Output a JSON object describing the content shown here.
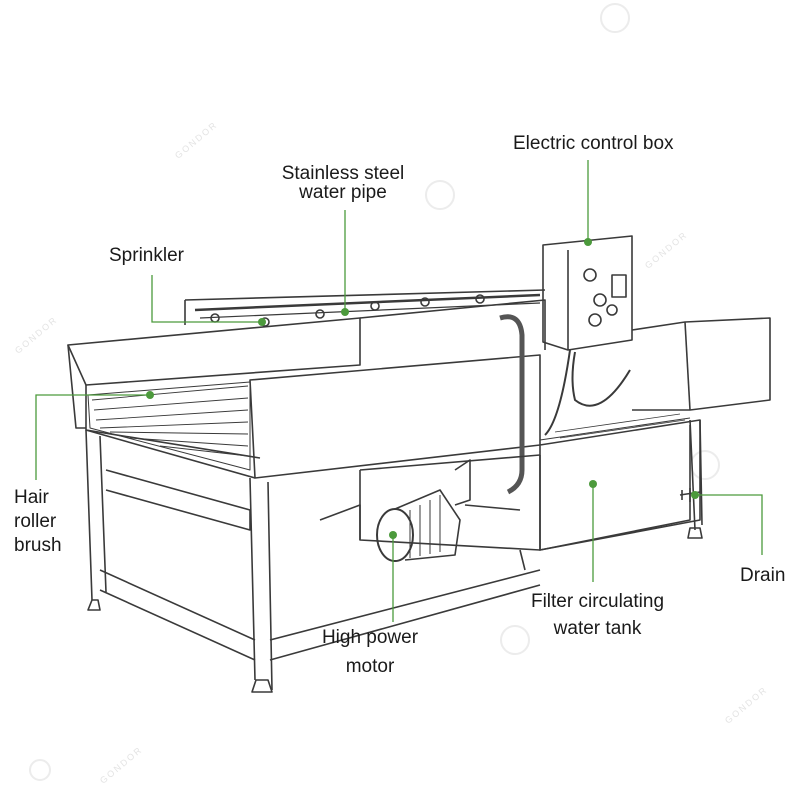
{
  "labels": {
    "control_box": "Electric control box",
    "water_pipe_1": "Stainless steel",
    "water_pipe_2": "water pipe",
    "sprinkler": "Sprinkler",
    "brush_1": "Hair",
    "brush_2": "roller",
    "brush_3": "brush",
    "motor_1": "High power",
    "motor_2": "motor",
    "tank_1": "Filter circulating",
    "tank_2": "water tank",
    "drain": "Drain"
  },
  "watermark": "GONDOR",
  "colors": {
    "leader": "#4c9a3c",
    "sketch": "#3a3a3a",
    "text": "#1a1a1a"
  }
}
